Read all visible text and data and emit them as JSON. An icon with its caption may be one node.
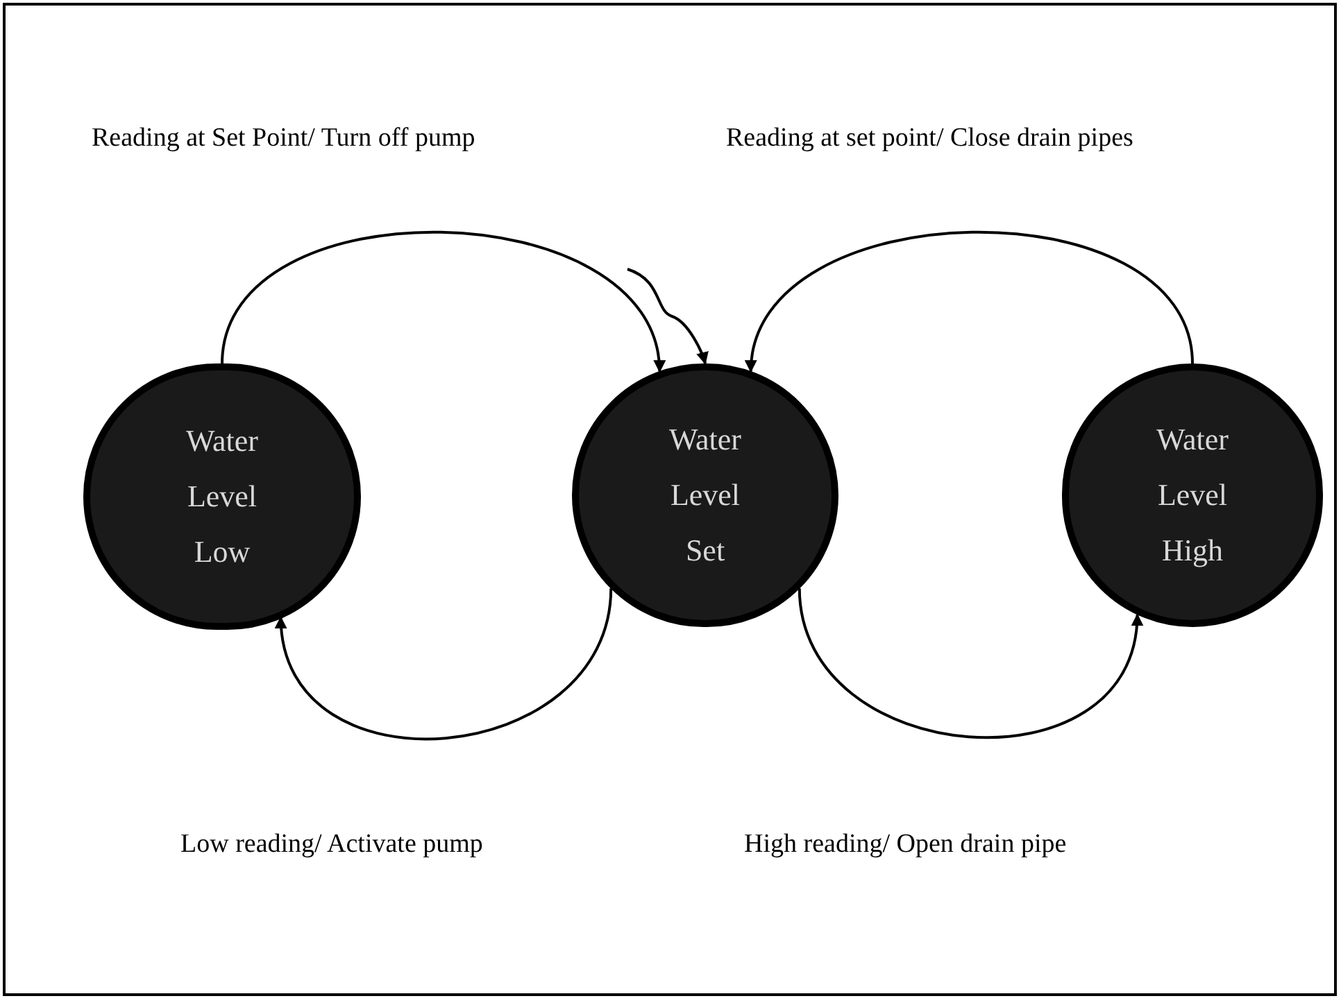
{
  "diagram": {
    "nodes": [
      {
        "text": [
          "Water Level Low"
        ]
      },
      {
        "text": [
          "Water Level Set"
        ]
      },
      {
        "text": [
          "Water Level High"
        ]
      }
    ],
    "edges": [
      {
        "from": 0,
        "to": 1,
        "arrow": "to",
        "label": "Reading at Set Point/ Turn off pump"
      },
      {
        "from": 2,
        "to": 1,
        "arrow": "to",
        "label": "Reading at set point/ Close drain pipes"
      },
      {
        "from": 1,
        "to": 0,
        "arrow": "to",
        "label": "Low reading/ Activate pump"
      },
      {
        "from": 1,
        "to": 2,
        "arrow": "to",
        "label": "High reading/ Open drain pipe"
      },
      {
        "from": null,
        "to": 1,
        "arrow": "to"
      }
    ]
  }
}
